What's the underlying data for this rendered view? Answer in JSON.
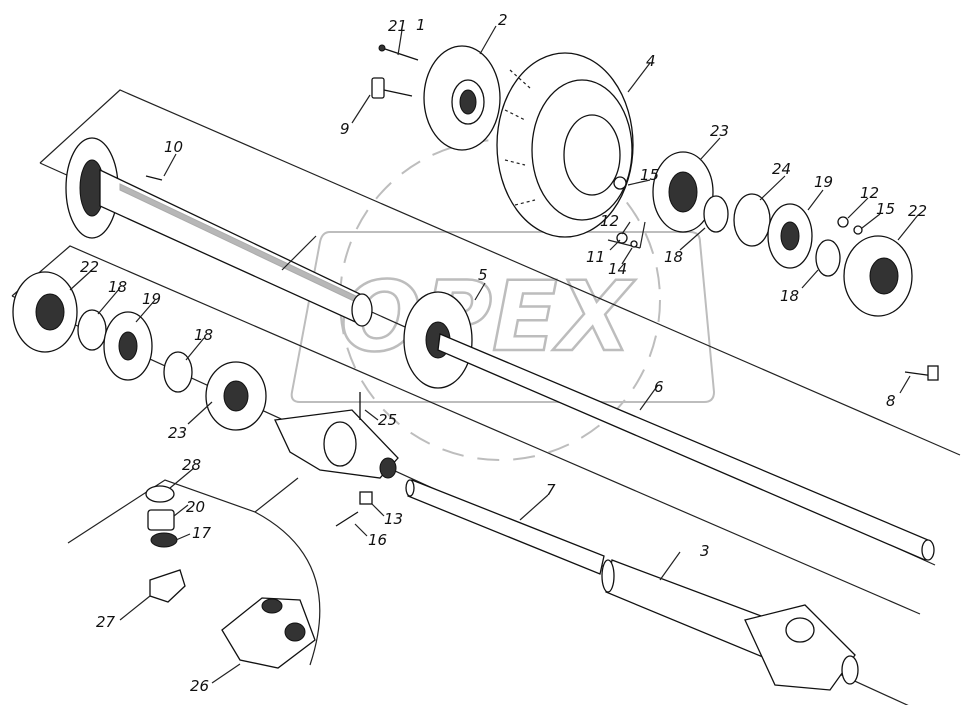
{
  "watermark": {
    "text": "OPEX"
  },
  "callouts": [
    {
      "id": "c1",
      "text": "1"
    },
    {
      "id": "c2",
      "text": "2"
    },
    {
      "id": "c3",
      "text": "3"
    },
    {
      "id": "c4",
      "text": "4"
    },
    {
      "id": "c5",
      "text": "5"
    },
    {
      "id": "c6",
      "text": "6"
    },
    {
      "id": "c7",
      "text": "7"
    },
    {
      "id": "c8",
      "text": "8"
    },
    {
      "id": "c9",
      "text": "9"
    },
    {
      "id": "c10",
      "text": "10"
    },
    {
      "id": "c11",
      "text": "11"
    },
    {
      "id": "c12a",
      "text": "12"
    },
    {
      "id": "c12b",
      "text": "12"
    },
    {
      "id": "c13",
      "text": "13"
    },
    {
      "id": "c14",
      "text": "14"
    },
    {
      "id": "c15a",
      "text": "15"
    },
    {
      "id": "c15b",
      "text": "15"
    },
    {
      "id": "c16",
      "text": "16"
    },
    {
      "id": "c17",
      "text": "17"
    },
    {
      "id": "c18a",
      "text": "18"
    },
    {
      "id": "c18b",
      "text": "18"
    },
    {
      "id": "c18c",
      "text": "18"
    },
    {
      "id": "c18d",
      "text": "18"
    },
    {
      "id": "c19a",
      "text": "19"
    },
    {
      "id": "c19b",
      "text": "19"
    },
    {
      "id": "c20",
      "text": "20"
    },
    {
      "id": "c21",
      "text": "21"
    },
    {
      "id": "c22a",
      "text": "22"
    },
    {
      "id": "c22b",
      "text": "22"
    },
    {
      "id": "c23a",
      "text": "23"
    },
    {
      "id": "c23b",
      "text": "23"
    },
    {
      "id": "c24",
      "text": "24"
    },
    {
      "id": "c25",
      "text": "25"
    },
    {
      "id": "c26",
      "text": "26"
    },
    {
      "id": "c27",
      "text": "27"
    },
    {
      "id": "c28",
      "text": "28"
    }
  ]
}
